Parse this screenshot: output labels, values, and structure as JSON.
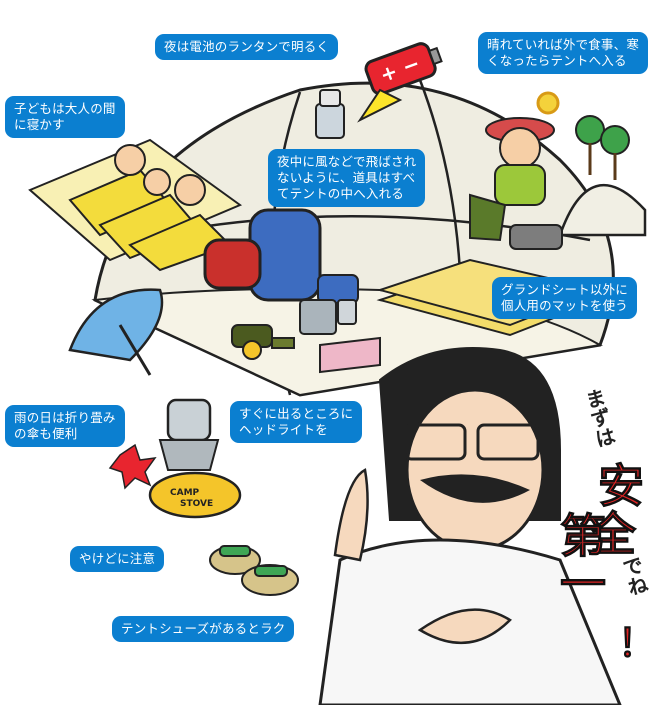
{
  "callouts": {
    "lantern": "夜は電池のランタンで明るく",
    "weather": "晴れていれば外で食事、寒\nくなったらテントへ入る",
    "children": "子どもは大人の間\nに寝かす",
    "wind": "夜中に風などで飛ばされ\nないように、道具はすべ\nてテントの中へ入れる",
    "mat": "グランドシート以外に\n個人用のマットを使う",
    "umbrella": "雨の日は折り畳み\nの傘も便利",
    "headlight": "すぐに出るところに\nヘッドライトを",
    "burn": "やけどに注意",
    "shoes": "テントシューズがあるとラク"
  },
  "slogan": {
    "line1": "まずは",
    "char1": "安",
    "char2": "全",
    "char3": "第",
    "char4": "一",
    "tail": "でね",
    "exclaim": "！"
  },
  "stove_label": {
    "line1": "CAMP",
    "line2": "STOVE"
  },
  "colors": {
    "callout": "#0b7fd0",
    "slogan_red": "#e02424",
    "tent": "#f0eee0",
    "sleeping_bag": "#f3dc3c"
  }
}
